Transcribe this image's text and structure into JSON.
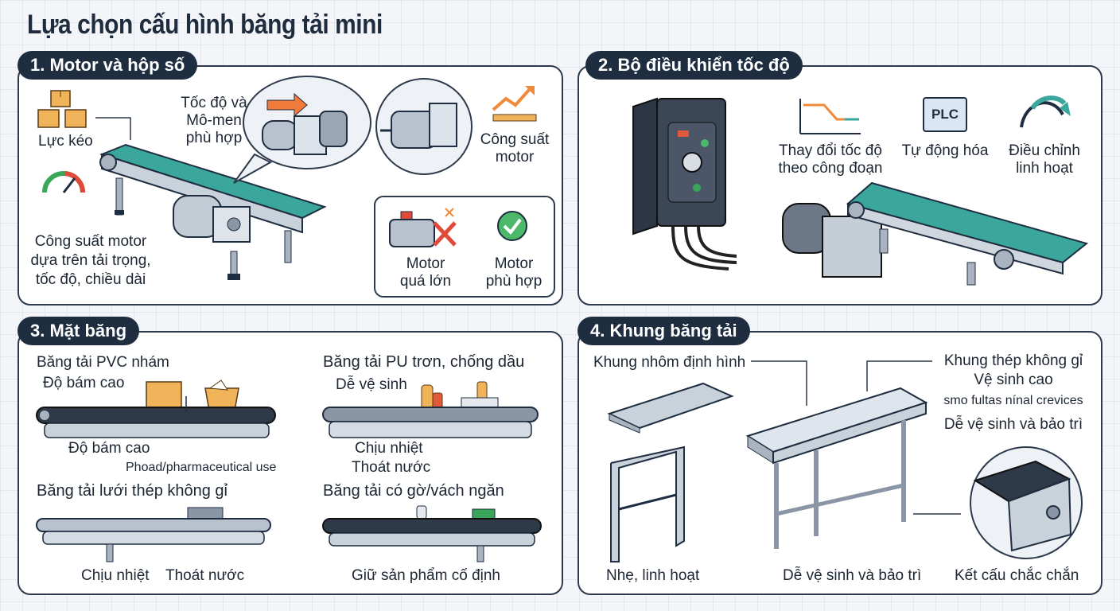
{
  "title": "Lựa chọn cấu hình băng tải mini",
  "colors": {
    "belt": "#3aa69c",
    "dark": "#1f2d40",
    "orange": "#f08a3a",
    "green": "#3aa65a",
    "red": "#e04a3a"
  },
  "panel1": {
    "tag": "1. Motor và hộp số",
    "luc_keo": "Lực kéo",
    "toc_do_1": "Tốc độ và",
    "toc_do_2": "Mô-men",
    "toc_do_3": "phù hợp",
    "cong_suat_1": "Công suất",
    "cong_suat_2": "motor",
    "note_1": "Công suất motor",
    "note_2": "dựa trên tải trọng,",
    "note_3": "tốc độ, chiều dài",
    "bad_1": "Motor",
    "bad_2": "quá lớn",
    "good_1": "Motor",
    "good_2": "phù hợp"
  },
  "panel2": {
    "tag": "2. Bộ điều khiển tốc độ",
    "speed_1": "Thay đổi tốc độ",
    "speed_2": "theo công đoạn",
    "plc_icon": "PLC",
    "auto": "Tự động hóa",
    "flex_1": "Điều chỉnh",
    "flex_2": "linh hoạt"
  },
  "panel3": {
    "tag": "3. Mặt băng",
    "pvc_1": "Băng tải PVC nhám",
    "pvc_2": "Độ bám cao",
    "pvc_3": "Độ bám cao",
    "pvc_4": "Phoad/pharmaceutical use",
    "pu_1": "Băng tải PU trơn, chống dầu",
    "pu_2": "Dễ vệ sinh",
    "pu_3": "Chịu nhiệt",
    "pu_4": "Thoát nước",
    "mesh_1": "Băng tải lưới thép không gỉ",
    "mesh_2": "Chịu nhiệt",
    "mesh_3": "Thoát nước",
    "cleat_1": "Băng tải có gờ/vách ngăn",
    "cleat_2": "Giữ sản phẩm cố định"
  },
  "panel4": {
    "tag": "4. Khung băng tải",
    "alu": "Khung nhôm định hình",
    "ss_1": "Khung thép không gỉ",
    "ss_2": "Vệ sinh cao",
    "ss_3": "smo fultas nínal crevices",
    "ss_4": "Dễ vệ sinh và bảo trì",
    "light": "Nhẹ, linh hoạt",
    "clean": "Dễ vệ sinh và bảo trì",
    "sturdy": "Kết cấu chắc chắn"
  }
}
